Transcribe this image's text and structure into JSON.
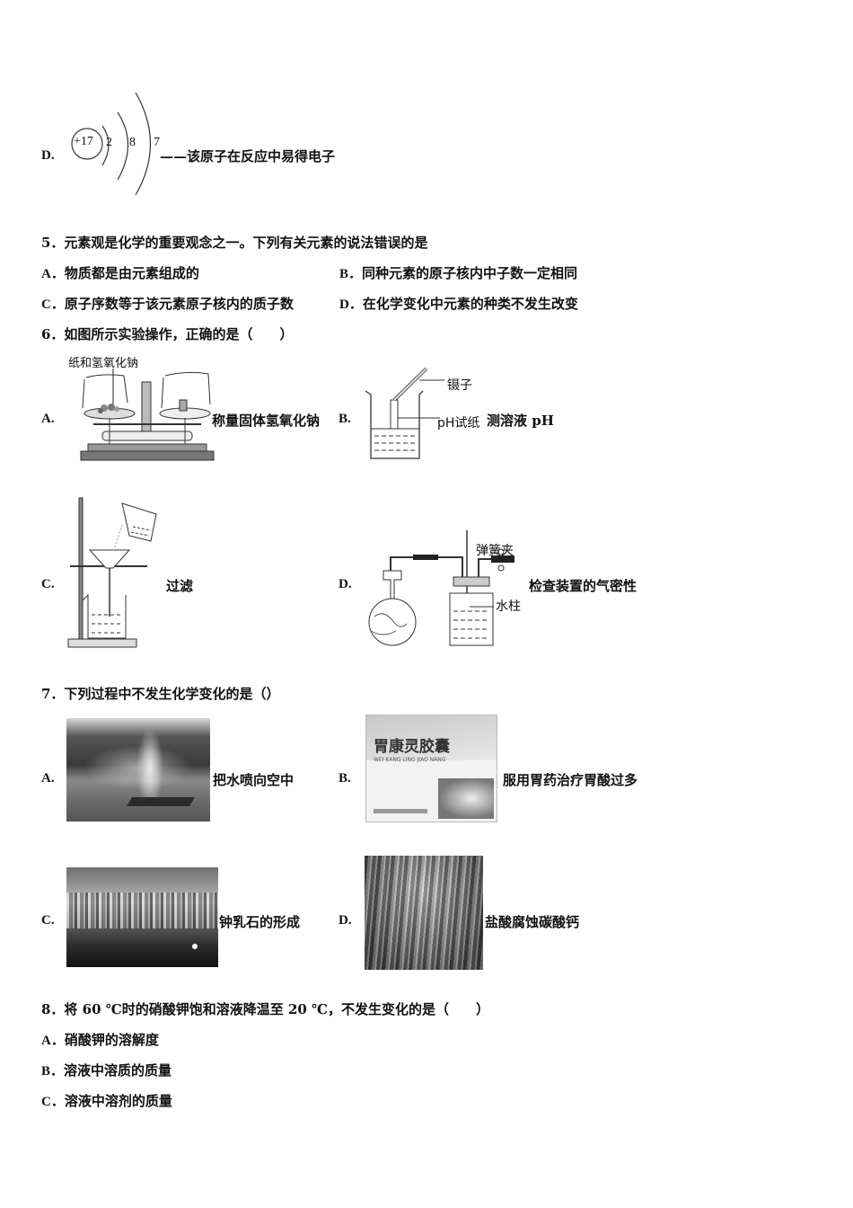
{
  "q4_tail": {
    "option_d": {
      "label": "D.",
      "nucleus": "+17",
      "shells": [
        "2",
        "8",
        "7"
      ],
      "text": "——该原子在反应中易得电子"
    }
  },
  "q5": {
    "stem": "5．元素观是化学的重要观念之一。下列有关元素的说法错误的是",
    "options": [
      {
        "label": "A．",
        "text": "物质都是由元素组成的"
      },
      {
        "label": "B．",
        "text": "同种元素的原子核内中子数一定相同"
      },
      {
        "label": "C．",
        "text": "原子序数等于该元素原子核内的质子数"
      },
      {
        "label": "D．",
        "text": "在化学变化中元素的种类不发生改变"
      }
    ]
  },
  "q6": {
    "stem": "6．如图所示实验操作，正确的是（　　）",
    "options": [
      {
        "label": "A.",
        "caption": "称量固体氢氧化钠",
        "figure_label": "纸和氢氧化钠"
      },
      {
        "label": "B.",
        "caption": "测溶液 pH",
        "figure_labels": [
          "镊子",
          "pH试纸"
        ]
      },
      {
        "label": "C.",
        "caption": "过滤"
      },
      {
        "label": "D.",
        "caption": "检查装置的气密性",
        "figure_labels": [
          "弹簧夹",
          "水柱"
        ]
      }
    ]
  },
  "q7": {
    "stem": "7．下列过程中不发生化学变化的是（）",
    "options": [
      {
        "label": "A.",
        "caption": "把水喷向空中"
      },
      {
        "label": "B.",
        "caption": "服用胃药治疗胃酸过多",
        "box_title": "胃康灵胶囊",
        "box_pinyin": "WEI KANG LING JIAO NANG"
      },
      {
        "label": "C.",
        "caption": "钟乳石的形成"
      },
      {
        "label": "D.",
        "caption": "盐酸腐蚀碳酸钙"
      }
    ]
  },
  "q8": {
    "stem": "8．将 60 ℃时的硝酸钾饱和溶液降温至 20 ℃，不发生变化的是（　　）",
    "options": [
      {
        "label": "A．",
        "text": "硝酸钾的溶解度"
      },
      {
        "label": "B．",
        "text": "溶液中溶质的质量"
      },
      {
        "label": "C．",
        "text": "溶液中溶剂的质量"
      }
    ]
  }
}
